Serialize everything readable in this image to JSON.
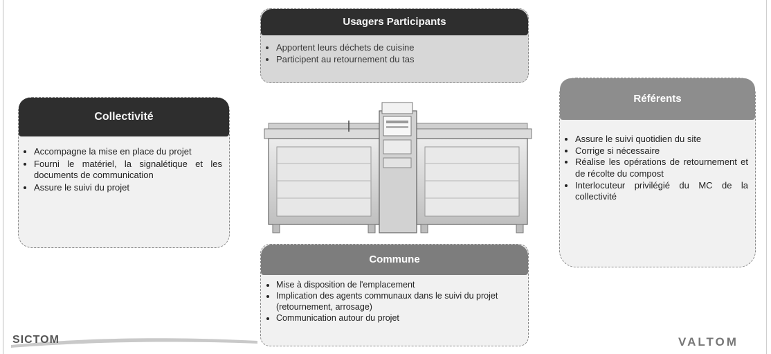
{
  "boxes": {
    "collectivite": {
      "title": "Collectivité",
      "items": [
        "Accompagne la mise en place du projet",
        "Fourni le matériel, la signalétique et les documents de communication",
        "Assure le suivi du projet"
      ]
    },
    "usagers": {
      "title": "Usagers Participants",
      "items": [
        "Apportent leurs déchets de cuisine",
        "Participent au retournement du tas"
      ]
    },
    "referents": {
      "title": "Référents",
      "items": [
        "Assure le suivi quotidien du site",
        "Corrige si nécessaire",
        "Réalise les opérations de retournement et de récolte du compost",
        "Interlocuteur privilégié du MC de la collectivité"
      ]
    },
    "commune": {
      "title": "Commune",
      "items": [
        "Mise à disposition de l'emplacement",
        "Implication des agents communaux dans le suivi du projet (retournement, arrosage)",
        "Communication autour du projet"
      ]
    }
  },
  "logos": {
    "left": "SICTOM",
    "right": "VALTOM"
  }
}
